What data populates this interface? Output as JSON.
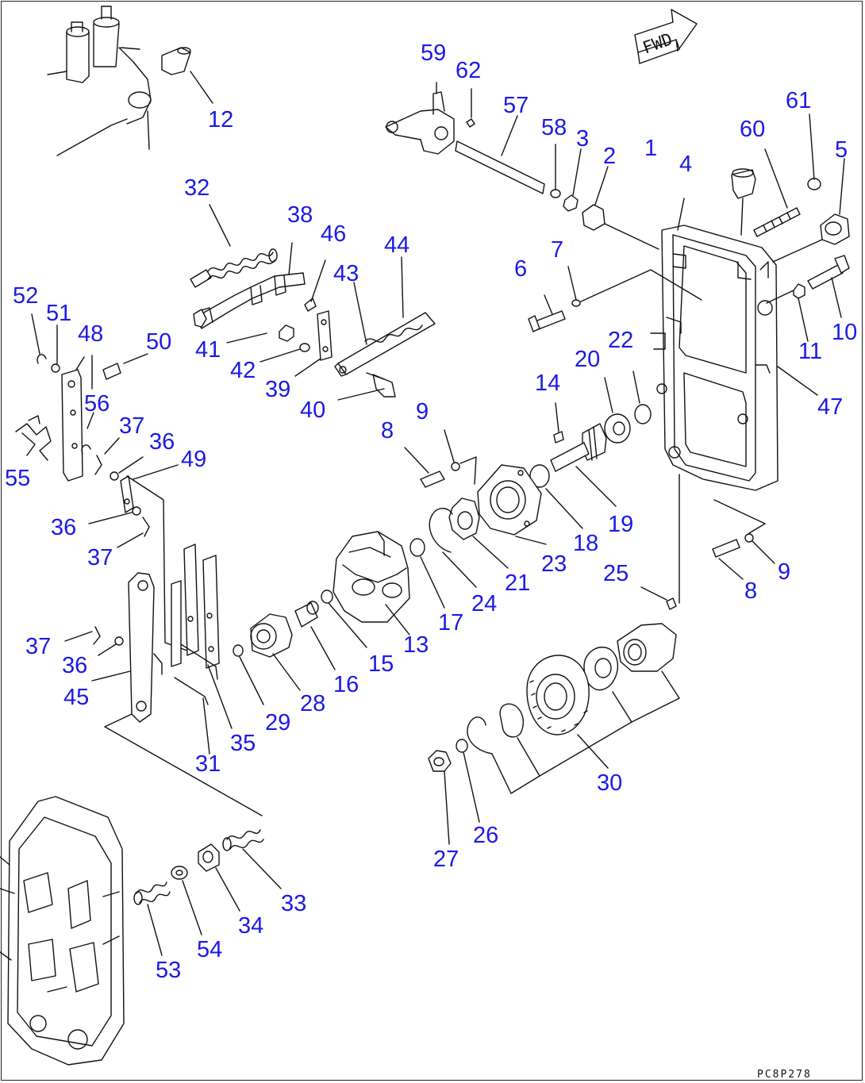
{
  "direction_label": "FWD",
  "drawing_code": "PC8P278",
  "callouts": [
    "1",
    "2",
    "3",
    "4",
    "5",
    "6",
    "7",
    "8",
    "8",
    "9",
    "9",
    "10",
    "11",
    "12",
    "13",
    "14",
    "15",
    "16",
    "17",
    "18",
    "19",
    "20",
    "21",
    "22",
    "23",
    "24",
    "25",
    "26",
    "27",
    "28",
    "29",
    "30",
    "31",
    "32",
    "33",
    "34",
    "35",
    "36",
    "36",
    "36",
    "37",
    "37",
    "37",
    "38",
    "39",
    "40",
    "41",
    "42",
    "43",
    "44",
    "45",
    "46",
    "47",
    "48",
    "49",
    "50",
    "51",
    "52",
    "53",
    "54",
    "55",
    "56",
    "57",
    "58",
    "59",
    "60",
    "61",
    "62"
  ]
}
